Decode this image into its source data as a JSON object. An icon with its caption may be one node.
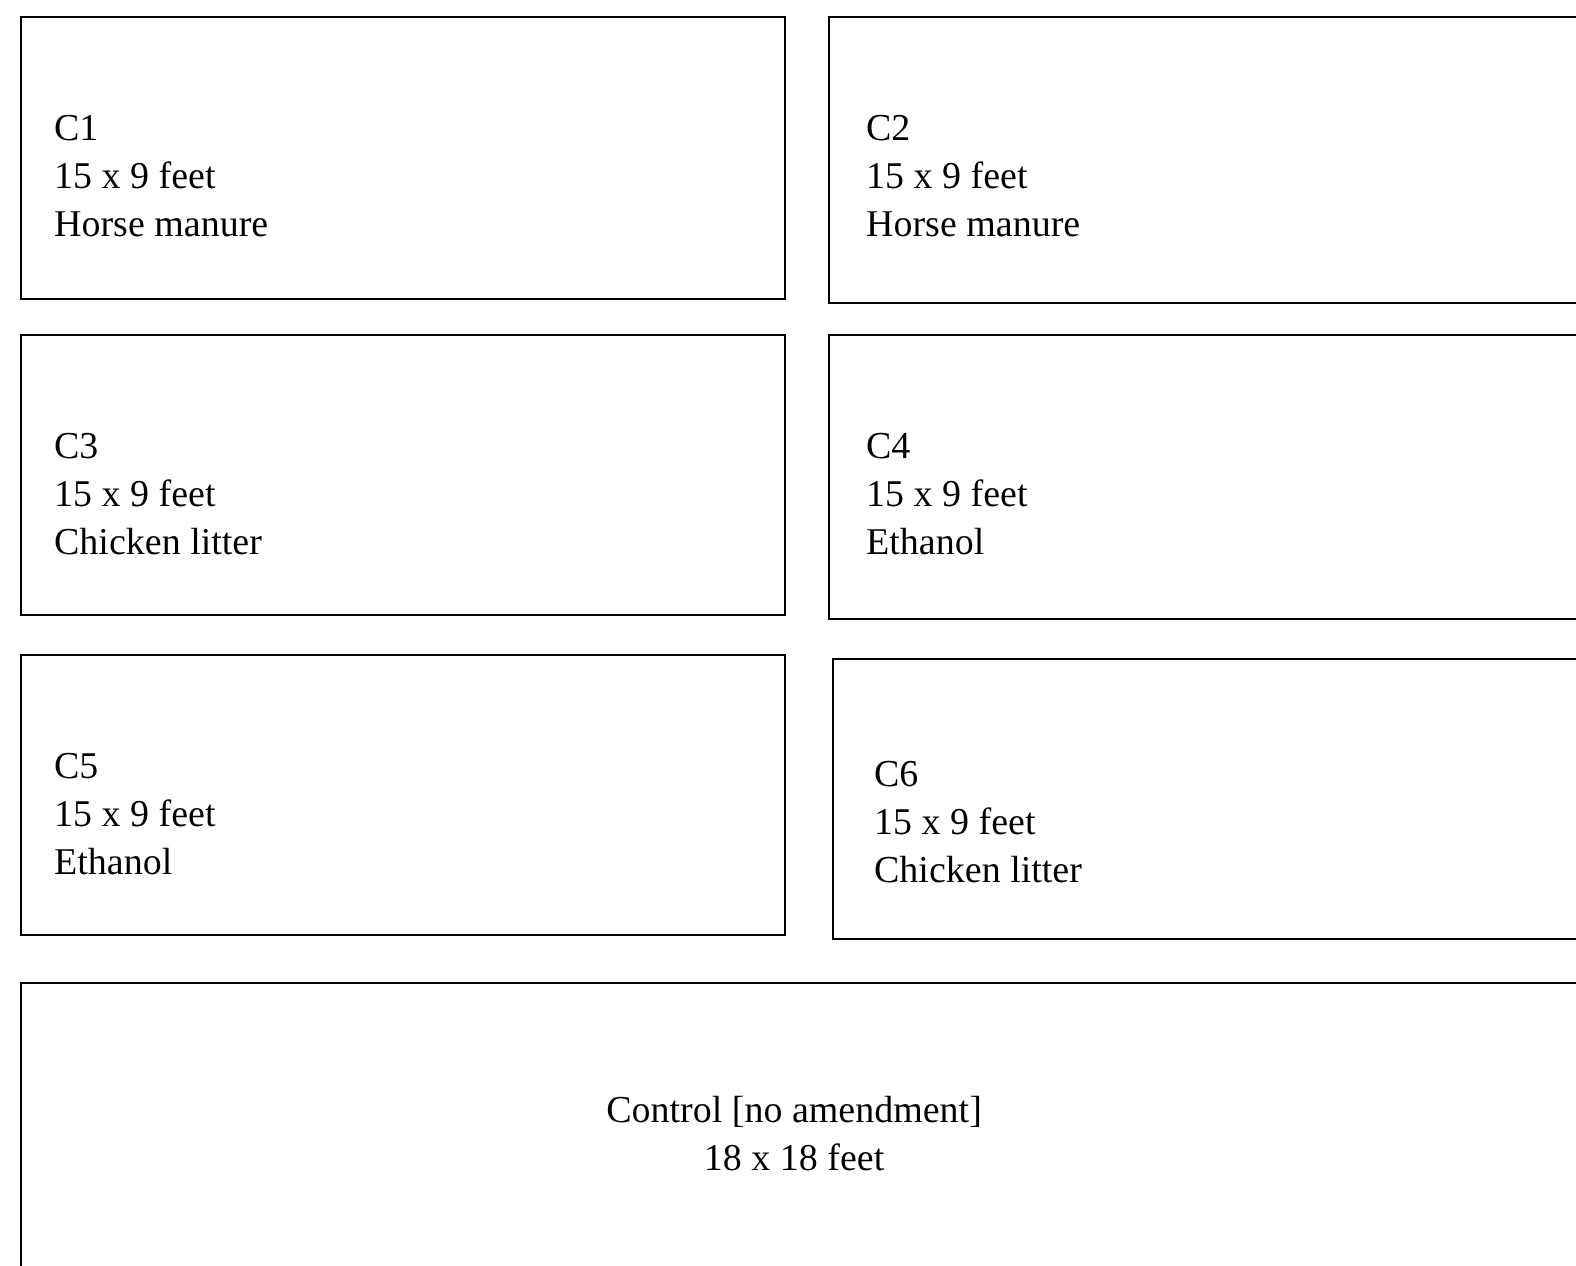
{
  "diagram": {
    "nodes": [
      {
        "text": [
          "C1",
          "15 x 9 feet",
          "Horse manure"
        ]
      },
      {
        "text": [
          "C2",
          "15 x 9 feet",
          "Horse manure"
        ]
      },
      {
        "text": [
          "C3",
          "15 x 9 feet",
          "Chicken litter"
        ]
      },
      {
        "text": [
          "C4",
          "15 x 9 feet",
          "Ethanol"
        ]
      },
      {
        "text": [
          "C5",
          "15 x 9 feet",
          "Ethanol"
        ]
      },
      {
        "text": [
          "C6",
          "15 x 9 feet",
          "Chicken litter"
        ]
      },
      {
        "text": [
          "Control [no amendment]",
          "18 x 18 feet"
        ]
      }
    ]
  }
}
